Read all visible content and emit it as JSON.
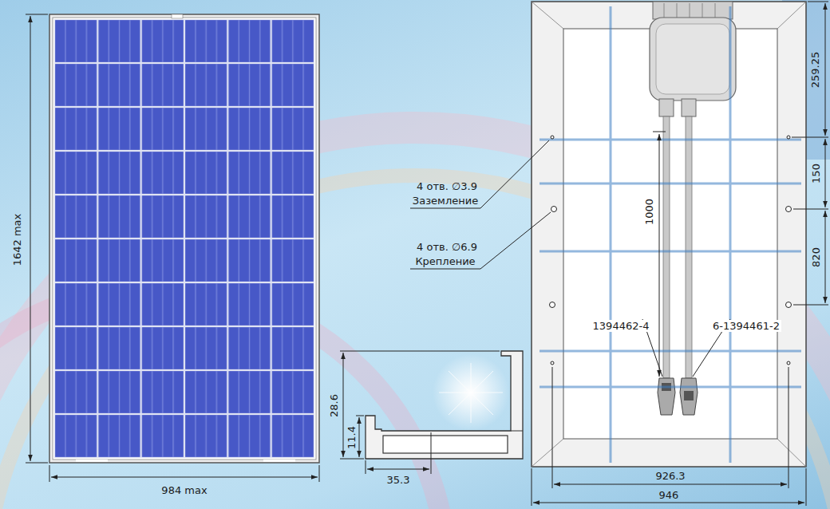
{
  "diagram": {
    "labels": [
      "1642 max",
      "984 max",
      "28.6",
      "11.4",
      "35.3",
      "4 отв. ∅3.9",
      "Заземление",
      "4 отв. ∅6.9",
      "Крепление",
      "1000",
      "1394462-4",
      "6-1394461-2",
      "259.25",
      "150",
      "820",
      "926.3",
      "946"
    ]
  }
}
